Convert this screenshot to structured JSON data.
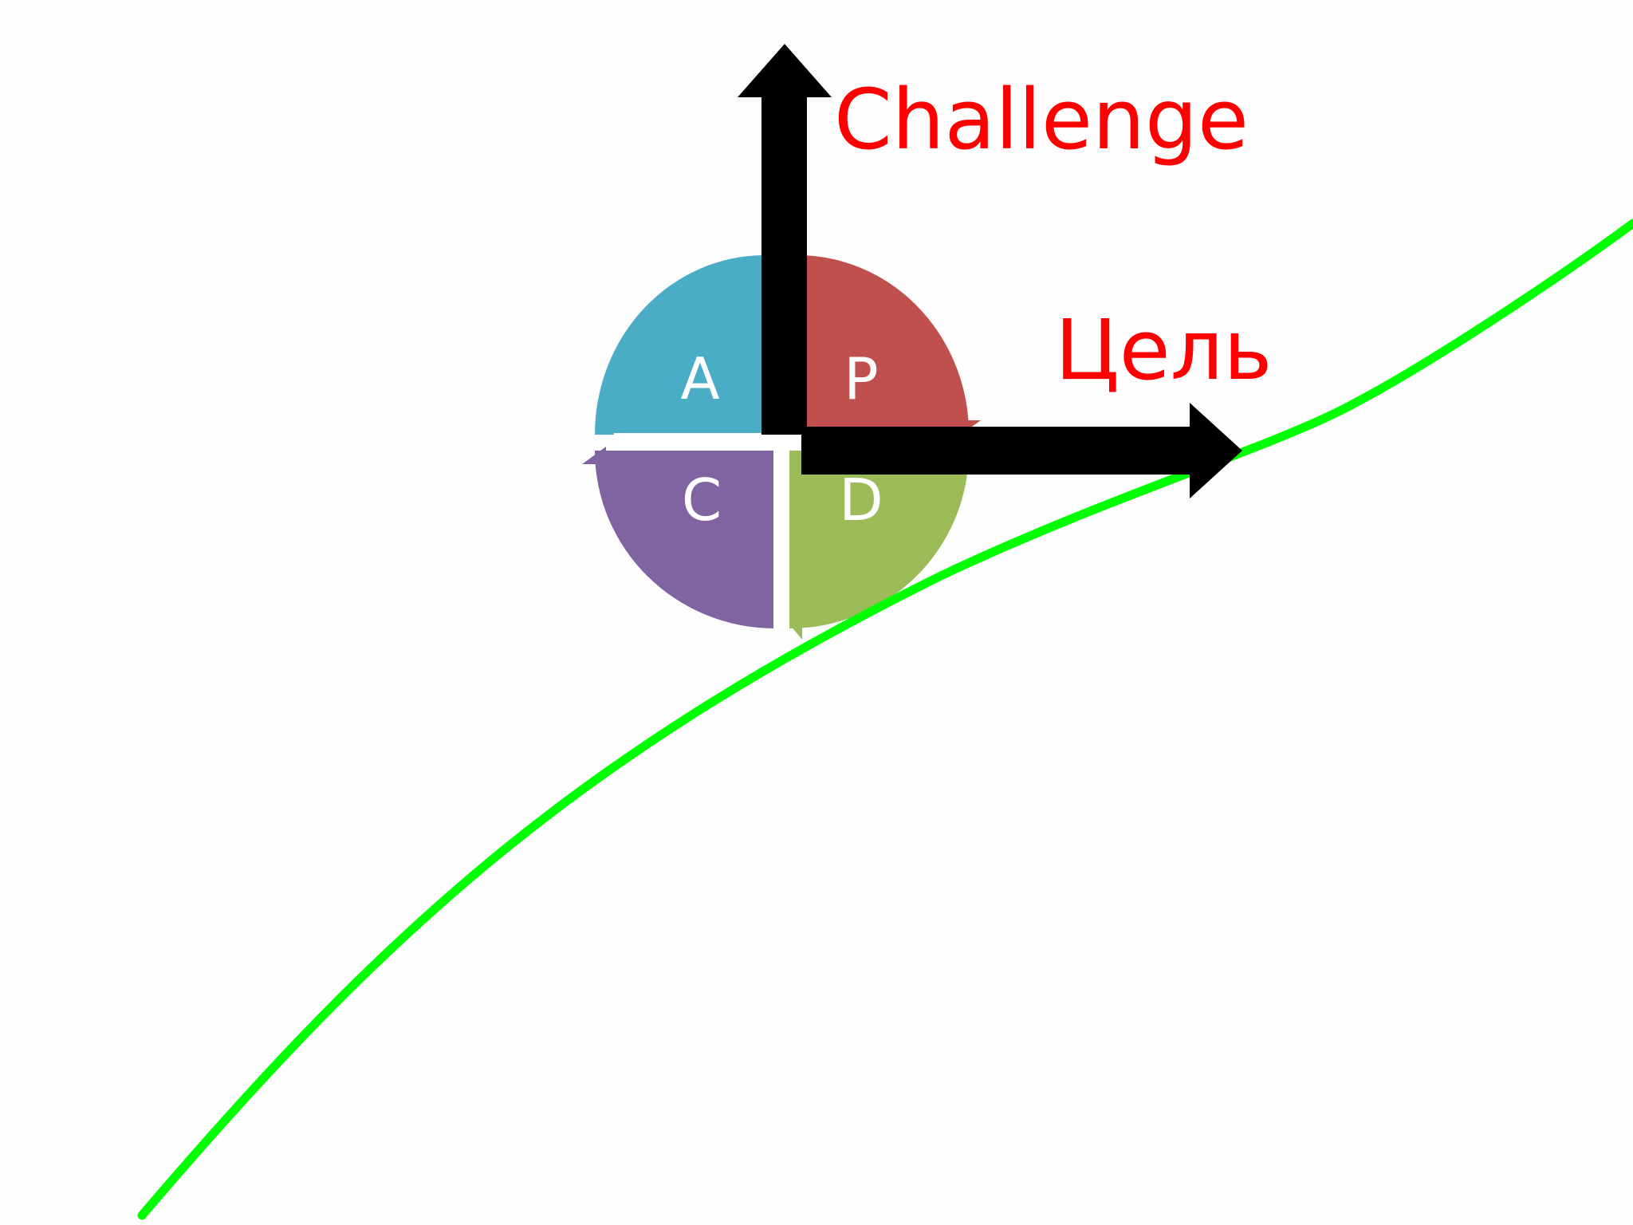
{
  "labels": {
    "vertical_axis": "Challenge",
    "horizontal_axis": "Цель"
  },
  "cycle": {
    "quadrants": [
      {
        "letter": "A",
        "color": "#4bacc6"
      },
      {
        "letter": "P",
        "color": "#c0504d"
      },
      {
        "letter": "C",
        "color": "#8064a2"
      },
      {
        "letter": "D",
        "color": "#9bbb59"
      }
    ]
  },
  "colors": {
    "arrows": "#000000",
    "labels": "#ff0000",
    "curve": "#00ff00",
    "background": "#fdfdfd"
  }
}
